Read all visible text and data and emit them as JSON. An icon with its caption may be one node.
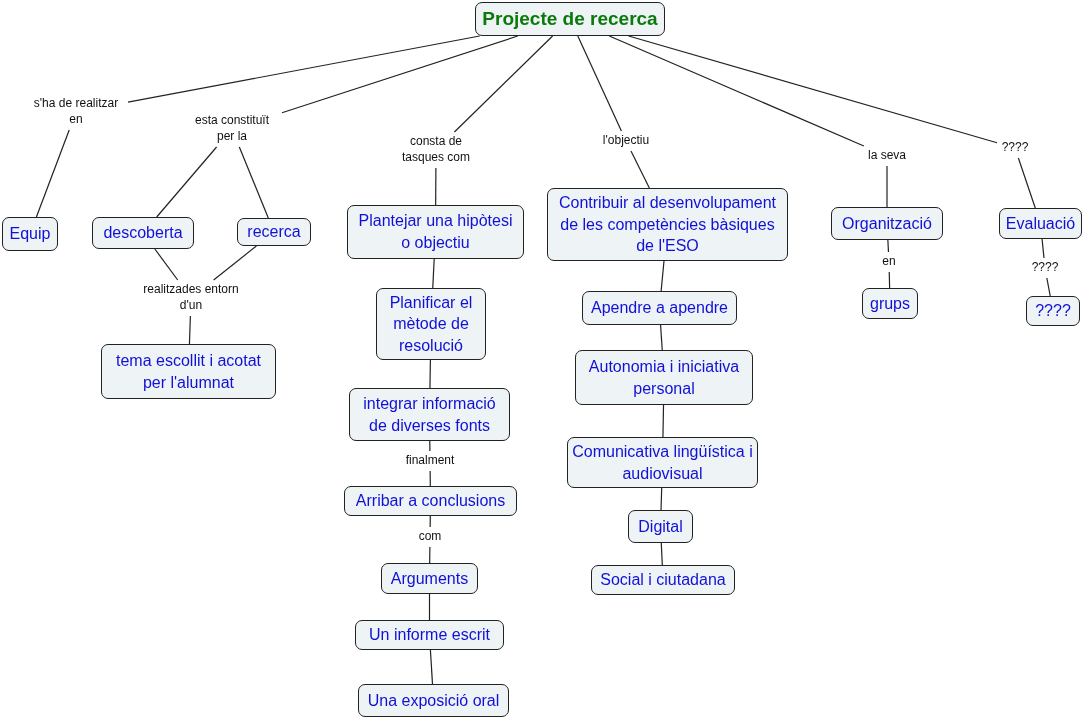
{
  "diagram": {
    "nodes": [
      {
        "text": [
          "Projecte de recerca"
        ]
      },
      {
        "text": [
          "s'ha de realitzar en"
        ]
      },
      {
        "text": [
          "esta constituït per la"
        ]
      },
      {
        "text": [
          "consta de tasques com"
        ]
      },
      {
        "text": [
          "l'objectiu"
        ]
      },
      {
        "text": [
          "la seva"
        ]
      },
      {
        "text": [
          "????"
        ]
      },
      {
        "text": [
          "Equip"
        ]
      },
      {
        "text": [
          "descoberta"
        ]
      },
      {
        "text": [
          "recerca"
        ]
      },
      {
        "text": [
          "Plantejar una hipòtesi o objectiu"
        ]
      },
      {
        "text": [
          "Contribuir al desenvolupament de les competències bàsiques de l'ESO"
        ]
      },
      {
        "text": [
          "Organització"
        ]
      },
      {
        "text": [
          "Evaluació"
        ]
      },
      {
        "text": [
          "realitzades entorn d'un"
        ]
      },
      {
        "text": [
          "en"
        ]
      },
      {
        "text": [
          "????"
        ]
      },
      {
        "text": [
          "tema escollit i acotat per l'alumnat"
        ]
      },
      {
        "text": [
          "Planificar el mètode de resolució"
        ]
      },
      {
        "text": [
          "Apendre a apendre"
        ]
      },
      {
        "text": [
          "grups"
        ]
      },
      {
        "text": [
          "????"
        ]
      },
      {
        "text": [
          "Autonomia i iniciativa personal"
        ]
      },
      {
        "text": [
          "integrar informació de diverses fonts"
        ]
      },
      {
        "text": [
          "Comunicativa lingüística i audiovisual"
        ]
      },
      {
        "text": [
          "finalment"
        ]
      },
      {
        "text": [
          "Arribar a conclusions"
        ]
      },
      {
        "text": [
          "Digital"
        ]
      },
      {
        "text": [
          "com"
        ]
      },
      {
        "text": [
          "Social i ciutadana"
        ]
      },
      {
        "text": [
          "Arguments"
        ]
      },
      {
        "text": [
          "Un informe escrit"
        ]
      },
      {
        "text": [
          "Una exposició oral"
        ]
      }
    ],
    "edges": [
      {
        "from": 0,
        "to": 1,
        "arrow": "none"
      },
      {
        "from": 1,
        "to": 7,
        "arrow": "none"
      },
      {
        "from": 0,
        "to": 2,
        "arrow": "none"
      },
      {
        "from": 2,
        "to": 8,
        "arrow": "none"
      },
      {
        "from": 2,
        "to": 9,
        "arrow": "none"
      },
      {
        "from": 0,
        "to": 3,
        "arrow": "none"
      },
      {
        "from": 3,
        "to": 10,
        "arrow": "none"
      },
      {
        "from": 0,
        "to": 4,
        "arrow": "none"
      },
      {
        "from": 4,
        "to": 11,
        "arrow": "none"
      },
      {
        "from": 0,
        "to": 5,
        "arrow": "none"
      },
      {
        "from": 5,
        "to": 12,
        "arrow": "none"
      },
      {
        "from": 0,
        "to": 6,
        "arrow": "none"
      },
      {
        "from": 6,
        "to": 13,
        "arrow": "none"
      },
      {
        "from": 8,
        "to": 14,
        "arrow": "none"
      },
      {
        "from": 9,
        "to": 14,
        "arrow": "none"
      },
      {
        "from": 14,
        "to": 17,
        "arrow": "none"
      },
      {
        "from": 12,
        "to": 15,
        "arrow": "none"
      },
      {
        "from": 15,
        "to": 20,
        "arrow": "none"
      },
      {
        "from": 13,
        "to": 16,
        "arrow": "none"
      },
      {
        "from": 16,
        "to": 21,
        "arrow": "none"
      },
      {
        "from": 10,
        "to": 18,
        "arrow": "none"
      },
      {
        "from": 18,
        "to": 23,
        "arrow": "none"
      },
      {
        "from": 23,
        "to": 25,
        "arrow": "none"
      },
      {
        "from": 25,
        "to": 26,
        "arrow": "none"
      },
      {
        "from": 26,
        "to": 28,
        "arrow": "none"
      },
      {
        "from": 28,
        "to": 30,
        "arrow": "none"
      },
      {
        "from": 30,
        "to": 31,
        "arrow": "none"
      },
      {
        "from": 31,
        "to": 32,
        "arrow": "none"
      },
      {
        "from": 11,
        "to": 19,
        "arrow": "none"
      },
      {
        "from": 19,
        "to": 22,
        "arrow": "none"
      },
      {
        "from": 22,
        "to": 24,
        "arrow": "none"
      },
      {
        "from": 24,
        "to": 27,
        "arrow": "none"
      },
      {
        "from": 27,
        "to": 29,
        "arrow": "none"
      }
    ]
  }
}
